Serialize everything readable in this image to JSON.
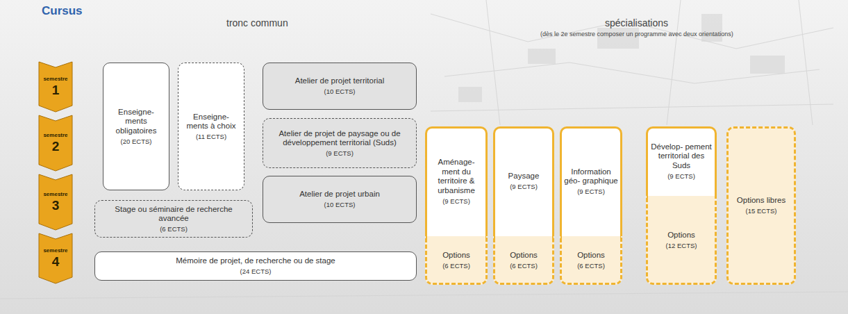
{
  "diagram": {
    "title": "Cursus",
    "nodes": [
      {
        "text": [
          "semestre",
          "1"
        ]
      },
      {
        "text": [
          "semestre",
          "2"
        ]
      },
      {
        "text": [
          "semestre",
          "3"
        ]
      },
      {
        "text": [
          "semestre",
          "4"
        ]
      },
      {
        "text": [
          "Enseigne- ments obligatoires",
          "(20 ECTS)"
        ]
      },
      {
        "text": [
          "Enseigne- ments à choix",
          "(11 ECTS)"
        ]
      },
      {
        "text": [
          "Atelier de projet territorial",
          "(10 ECTS)"
        ]
      },
      {
        "text": [
          "Atelier de projet de paysage ou de développement territorial (Suds)",
          "(9 ECTS)"
        ]
      },
      {
        "text": [
          "Atelier de projet urbain",
          "(10 ECTS)"
        ]
      },
      {
        "text": [
          "Stage ou séminaire de recherche avancée",
          "(6 ECTS)"
        ]
      },
      {
        "text": [
          "Mémoire de projet, de recherche ou de stage",
          "(24 ECTS)"
        ]
      },
      {
        "text": [
          "Aménage- ment du territoire & urbanisme",
          "(9 ECTS)"
        ]
      },
      {
        "text": [
          "Options",
          "(6 ECTS)"
        ],
        "in": 11
      },
      {
        "text": [
          "Paysage",
          "(9 ECTS)"
        ]
      },
      {
        "text": [
          "Options",
          "(6 ECTS)"
        ],
        "in": 13
      },
      {
        "text": [
          "Information géo- graphique",
          "(9 ECTS)"
        ]
      },
      {
        "text": [
          "Options",
          "(6 ECTS)"
        ],
        "in": 15
      },
      {
        "text": [
          "Dévelop- pement territorial des Suds",
          "(9 ECTS)"
        ]
      },
      {
        "text": [
          "Options",
          "(12 ECTS)"
        ],
        "in": 17
      },
      {
        "text": [
          "Options libres",
          "(15 ECTS)"
        ]
      }
    ],
    "labels": [
      "tronc commun",
      "spécialisations",
      "(dès le 2e semestre composer un programme avec deux orientations)"
    ]
  }
}
